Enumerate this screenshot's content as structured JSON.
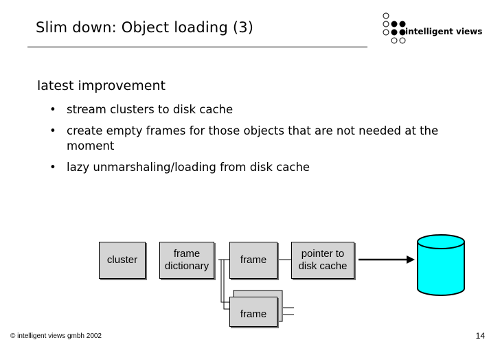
{
  "slide": {
    "title": "Slim down: Object loading (3)",
    "logo_text": "intelligent views",
    "heading": "latest improvement",
    "bullets": [
      "stream clusters to disk cache",
      "create empty frames for those objects that are not needed at the moment",
      "lazy unmarshaling/loading from disk cache"
    ]
  },
  "diagram": {
    "cluster": "cluster",
    "frame_dictionary_line1": "frame",
    "frame_dictionary_line2": "dictionary",
    "frame": "frame",
    "pointer_line1": "pointer to",
    "pointer_line2": "disk cache",
    "stacked_frame": "frame"
  },
  "footer": {
    "copyright": "© intelligent views gmbh 2002",
    "page_number": "14"
  },
  "colors": {
    "box_fill": "#d4d4d4",
    "disk_fill": "#00ffff",
    "rule": "#bdbdbd"
  }
}
